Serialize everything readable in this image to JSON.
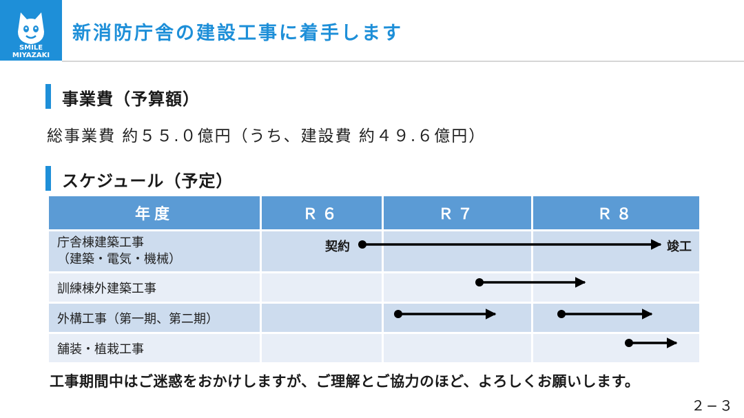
{
  "logo": {
    "line1": "SMILE",
    "line2": "MIYAZAKI"
  },
  "title": "新消防庁舎の建設工事に着手します",
  "section1": {
    "label": "事業費（予算額）"
  },
  "budget": {
    "text": "総事業費 約５５.０億円（うち、建設費 約４９.６億円）"
  },
  "section2": {
    "label": "スケジュール（予定）"
  },
  "schedule": {
    "headers": [
      "年度",
      "Ｒ６",
      "Ｒ７",
      "Ｒ８"
    ],
    "rows": [
      {
        "line1": "庁舎棟建築工事",
        "line2": "（建築・電気・機械）"
      },
      {
        "line1": "訓練棟外建築工事"
      },
      {
        "line1": "外構工事（第一期、第二期）"
      },
      {
        "line1": "舗装・植栽工事"
      }
    ],
    "start_label": "契約",
    "end_label": "竣工"
  },
  "footer": "工事期間中はご迷惑をおかけしますが、ご理解とご協力のほど、よろしくお願いします。",
  "page_number": "２−３",
  "colors": {
    "accent": "#1e8fd8",
    "header_fill": "#5b9bd5",
    "row_dark": "#cddcee",
    "row_light": "#e8eef7"
  }
}
